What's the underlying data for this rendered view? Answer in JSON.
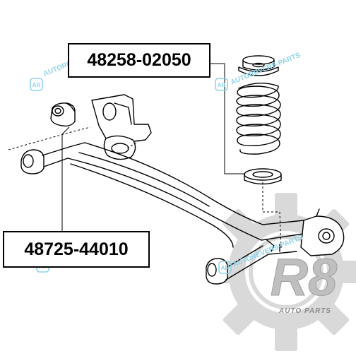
{
  "parts": {
    "top_part_number": "48258-02050",
    "bottom_part_number": "48725-44010"
  },
  "watermarks": {
    "text": "AUTOREVERS-PARTS",
    "badge": "AR"
  },
  "brand": {
    "mark": "R8",
    "tagline": "AUTO PARTS"
  },
  "colors": {
    "outline": "#000000",
    "watermark": "#8fd3ea",
    "gear": "#d9d9d9",
    "gear_dark": "#c4c4c4",
    "r8_text": "#bfbfbf"
  },
  "icons": [
    "coil-spring-icon",
    "spring-seat-icon",
    "bushing-icon",
    "rear-axle-beam-icon",
    "gear-logo-icon"
  ]
}
